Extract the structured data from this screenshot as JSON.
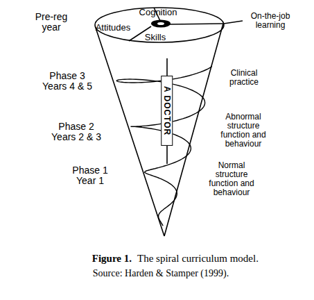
{
  "diagram": {
    "caption": "The spiral curriculum model.",
    "labels": [
      "Pre-reg year",
      "Attitudes",
      "Cognition",
      "Skills",
      "On-the-job learning",
      "A DOCTOR",
      "Phase 3 Years 4 & 5",
      "Clinical practice",
      "Phase 2 Years 2 & 3",
      "Abnormal structure function and behaviour",
      "Phase 1 Year 1",
      "Normal structure function and behaviour",
      "Figure 1.",
      "Source: Harden & Stamper (1999)."
    ]
  }
}
